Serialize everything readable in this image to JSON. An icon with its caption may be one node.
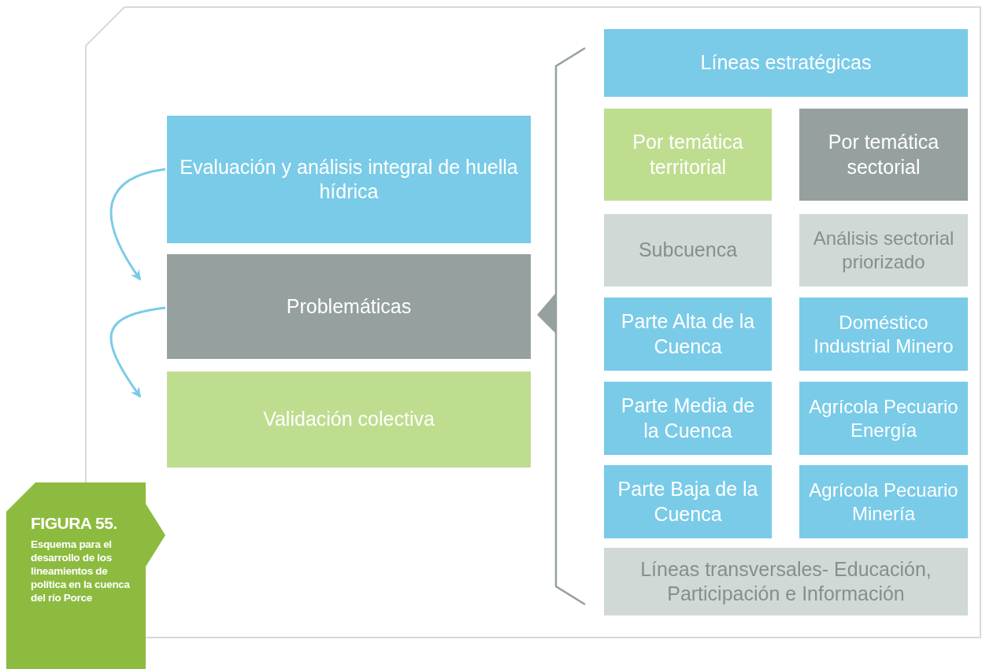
{
  "diagram": {
    "title": "FIGURA 55.",
    "caption": "Esquema para el desarrollo de los lineamientos de política en la cuenca del río Porce",
    "nodes": [
      {
        "text": [
          "Evaluación y análisis integral de huella hídrica"
        ]
      },
      {
        "text": [
          "Problemáticas"
        ]
      },
      {
        "text": [
          "Validación colectiva"
        ]
      },
      {
        "text": [
          "Líneas estratégicas"
        ]
      },
      {
        "text": [
          "Por temática territorial"
        ]
      },
      {
        "text": [
          "Por temática sectorial"
        ]
      },
      {
        "text": [
          "Subcuenca"
        ]
      },
      {
        "text": [
          "Análisis sectorial priorizado"
        ]
      },
      {
        "text": [
          "Parte Alta de la Cuenca"
        ]
      },
      {
        "text": [
          "Doméstico Industrial Minero"
        ]
      },
      {
        "text": [
          "Parte Media de la Cuenca"
        ]
      },
      {
        "text": [
          "Agrícola Pecuario Energía"
        ]
      },
      {
        "text": [
          "Parte Baja de la Cuenca"
        ]
      },
      {
        "text": [
          "Agrícola Pecuario Minería"
        ]
      },
      {
        "text": [
          "Líneas transversales- Educación, Participación e Información"
        ]
      }
    ],
    "edges": [
      {
        "from": 0,
        "to": 1,
        "arrow": "to"
      },
      {
        "from": 1,
        "to": 2,
        "arrow": "to"
      }
    ]
  }
}
